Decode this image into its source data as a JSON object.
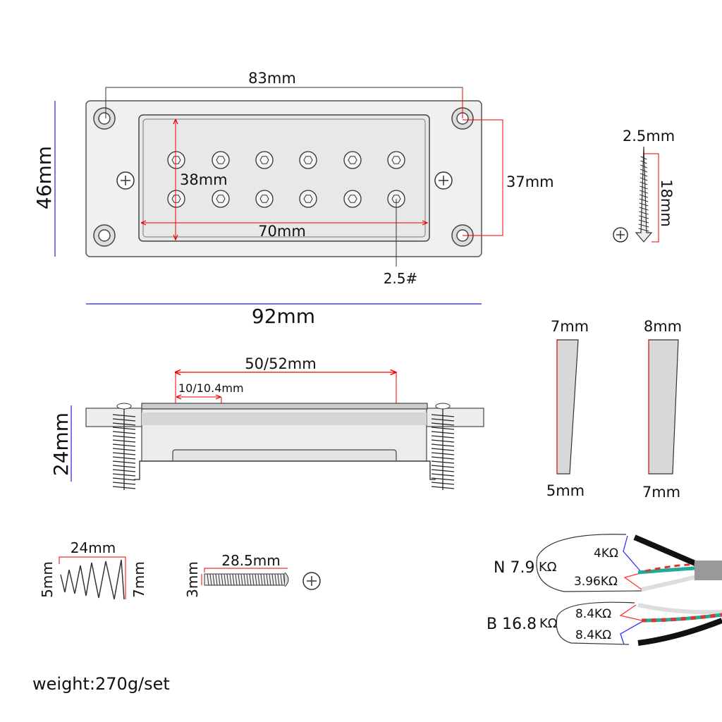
{
  "top_view": {
    "width_holes": "83mm",
    "height_total": "46mm",
    "height_holes": "37mm",
    "cover_height": "38mm",
    "cover_width": "70mm",
    "pole_size": "2.5#",
    "width_total": "92mm"
  },
  "screw_small": {
    "diameter": "2.5mm",
    "length": "18mm"
  },
  "side_view": {
    "pole_span": "50/52mm",
    "pole_spacing": "10/10.4mm",
    "height": "24mm"
  },
  "bobbins": [
    {
      "top": "7mm",
      "bottom": "5mm"
    },
    {
      "top": "8mm",
      "bottom": "7mm"
    }
  ],
  "spring": {
    "length": "24mm",
    "small_diameter": "5mm",
    "large_diameter": "7mm"
  },
  "height_screw": {
    "length": "28.5mm",
    "diameter": "3mm"
  },
  "wiring": {
    "neck": {
      "label": "N 7.9",
      "unit": "KΩ",
      "coil1": "4KΩ",
      "coil2": "3.96KΩ"
    },
    "bridge": {
      "label": "B 16.8",
      "unit": "KΩ",
      "coil1": "8.4KΩ",
      "coil2": "8.4KΩ"
    }
  },
  "weight": "weight:270g/set"
}
